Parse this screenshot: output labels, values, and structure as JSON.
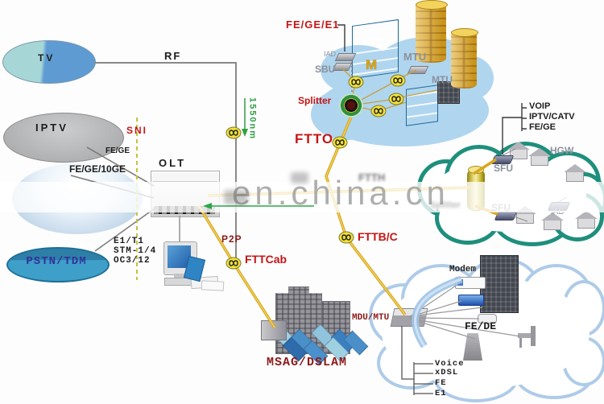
{
  "watermark": "en.china.cn",
  "colors": {
    "label_red": "#c51515",
    "label_maroon": "#8c1a1a",
    "fiber_yellow": "#d9a81f",
    "arrow_green": "#2f9f42",
    "label_gray": "#8b919c",
    "cloud_teal": "#1e8f7c",
    "cloud_blue": "#aecbe8"
  },
  "left": {
    "tv": "TV",
    "rf": "RF",
    "iptv": "IPTV",
    "sni": "SNI",
    "fe_ge": "FE/GE",
    "fe_ge_10ge": "FE/GE/10GE",
    "pstn_tdm": "PSTN/TDM",
    "tdm_interfaces": [
      "E1/T1",
      "STM-1/4",
      "OC3/12"
    ],
    "olt": "OLT",
    "wavelength": "1550nm",
    "p2p": "P2P"
  },
  "ftt": {
    "splitter": "Splitter",
    "ftto": "FTTO",
    "ftth": "FTTH",
    "fttb_c": "FTTB/C",
    "fttcab": "FTTCab",
    "msag_dslam": "MSAG/DSLAM",
    "mdu_mtu": "MDU/MTU"
  },
  "office": {
    "fe_ge_e1": "FE/GE/E1",
    "iad": "IAD",
    "sbu": "SBU",
    "mtu_upper": "MTU",
    "mtu_lower": "MTU"
  },
  "homes": {
    "services": [
      "VOIP",
      "IPTV/CATV",
      "FE/GE"
    ],
    "hgw": "HGW",
    "sfu_upper": "SFU",
    "sfu_lower": "SFU",
    "iad": "IAD",
    "splitter": "Splitter"
  },
  "mdu": {
    "modem": "Modem",
    "fe_de": "FE/DE",
    "services": [
      "Voice",
      "xDSL",
      "FE",
      "E1"
    ]
  }
}
